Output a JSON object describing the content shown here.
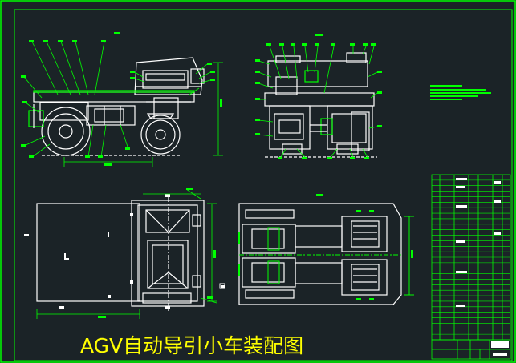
{
  "drawing": {
    "title": "AGV自动导引小车装配图",
    "colors": {
      "background": "#1b2327",
      "frame": "#00ff00",
      "outline": "#ffffff",
      "dimension": "#00ff00",
      "leader": "#00ff00",
      "caption": "#ffff00"
    },
    "views": [
      {
        "id": "front-view",
        "kind": "assembly-elevation"
      },
      {
        "id": "side-view",
        "kind": "assembly-section"
      },
      {
        "id": "top-view-left",
        "kind": "plan"
      },
      {
        "id": "top-view-right",
        "kind": "plan-drive"
      }
    ],
    "title_block": {
      "rows": 30
    }
  }
}
